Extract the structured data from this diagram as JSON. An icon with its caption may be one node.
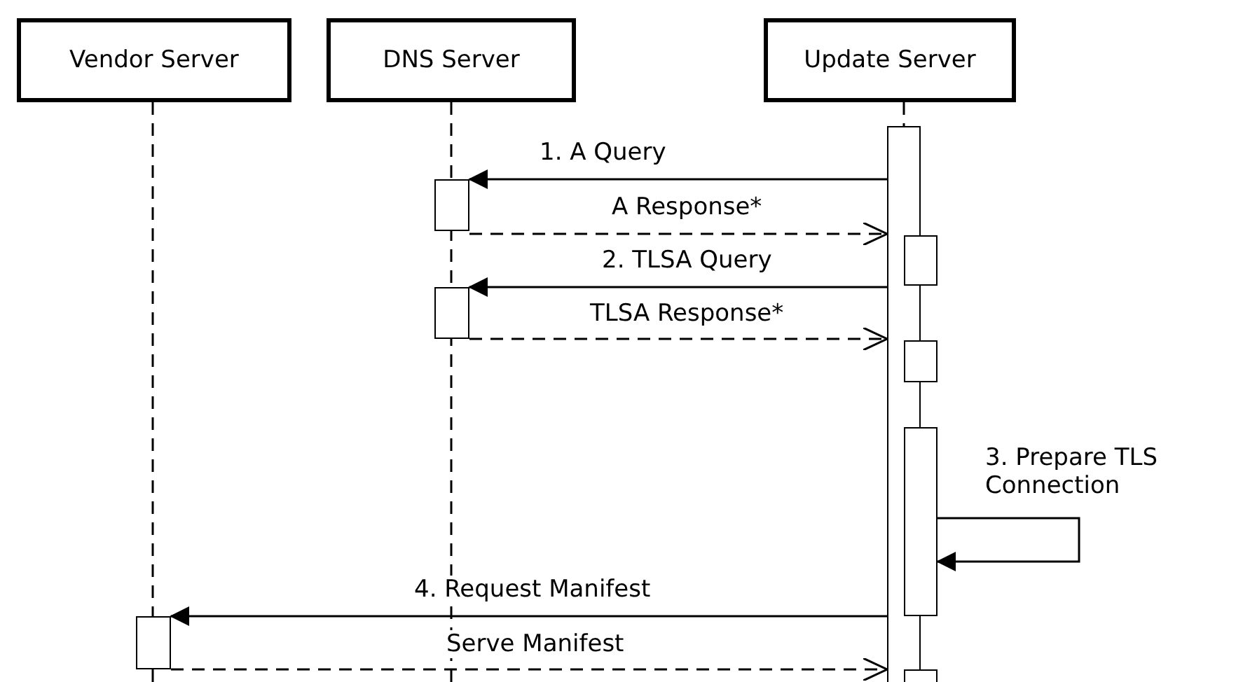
{
  "diagram": {
    "nodes": [
      {
        "text": [
          "Vendor Server"
        ]
      },
      {
        "text": [
          "DNS Server"
        ]
      },
      {
        "text": [
          "Update Server"
        ]
      },
      {
        "text": [],
        "shape": "bar"
      },
      {
        "text": [],
        "shape": "bar"
      },
      {
        "text": [],
        "shape": "bar"
      },
      {
        "text": [],
        "shape": "bar"
      },
      {
        "text": [],
        "shape": "bar"
      },
      {
        "text": [],
        "shape": "bar"
      },
      {
        "text": [],
        "shape": "bar"
      },
      {
        "text": [],
        "shape": "bar"
      }
    ],
    "edges": [
      {
        "from": 3,
        "to": 4,
        "arrow": "to",
        "label": "1. A Query"
      },
      {
        "from": 4,
        "to": 3,
        "arrow": "to",
        "label": "A Response*",
        "style": "dashed"
      },
      {
        "from": 3,
        "to": 6,
        "arrow": "to",
        "label": "2. TLSA Query"
      },
      {
        "from": 6,
        "to": 3,
        "arrow": "to",
        "label": "TLSA Response*",
        "style": "dashed"
      },
      {
        "from": 8,
        "to": 8,
        "arrow": "to",
        "label": "3. Prepare TLS Connection"
      },
      {
        "from": 3,
        "to": 9,
        "arrow": "to",
        "label": "4. Request Manifest"
      },
      {
        "from": 9,
        "to": 3,
        "arrow": "to",
        "label": "Serve Manifest",
        "style": "dashed"
      }
    ]
  }
}
